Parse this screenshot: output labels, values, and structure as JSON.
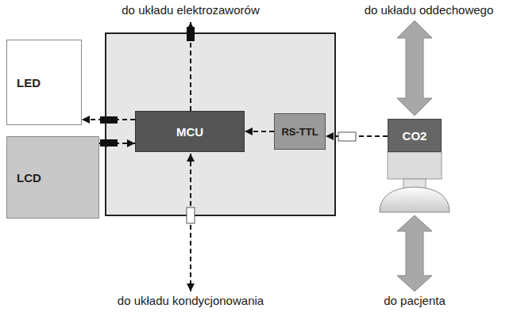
{
  "diagram": {
    "nodes": [
      {
        "text": [
          "LED"
        ]
      },
      {
        "text": [
          "LCD"
        ]
      },
      {
        "text": [
          "MCU"
        ]
      },
      {
        "text": [
          "RS-TTL"
        ]
      },
      {
        "text": [
          "CO2"
        ]
      }
    ],
    "edges": [
      {
        "from": 2,
        "to": 0,
        "arrow": "to"
      },
      {
        "from": 2,
        "to": 1,
        "arrow": "both"
      },
      {
        "from": 3,
        "to": 2,
        "arrow": "to"
      },
      {
        "from": 4,
        "to": 3,
        "arrow": "to"
      }
    ],
    "labels": [
      "do układu elektrozaworów",
      "do układu oddechowego",
      "do układu kondycjonowania",
      "do pacjenta"
    ]
  }
}
